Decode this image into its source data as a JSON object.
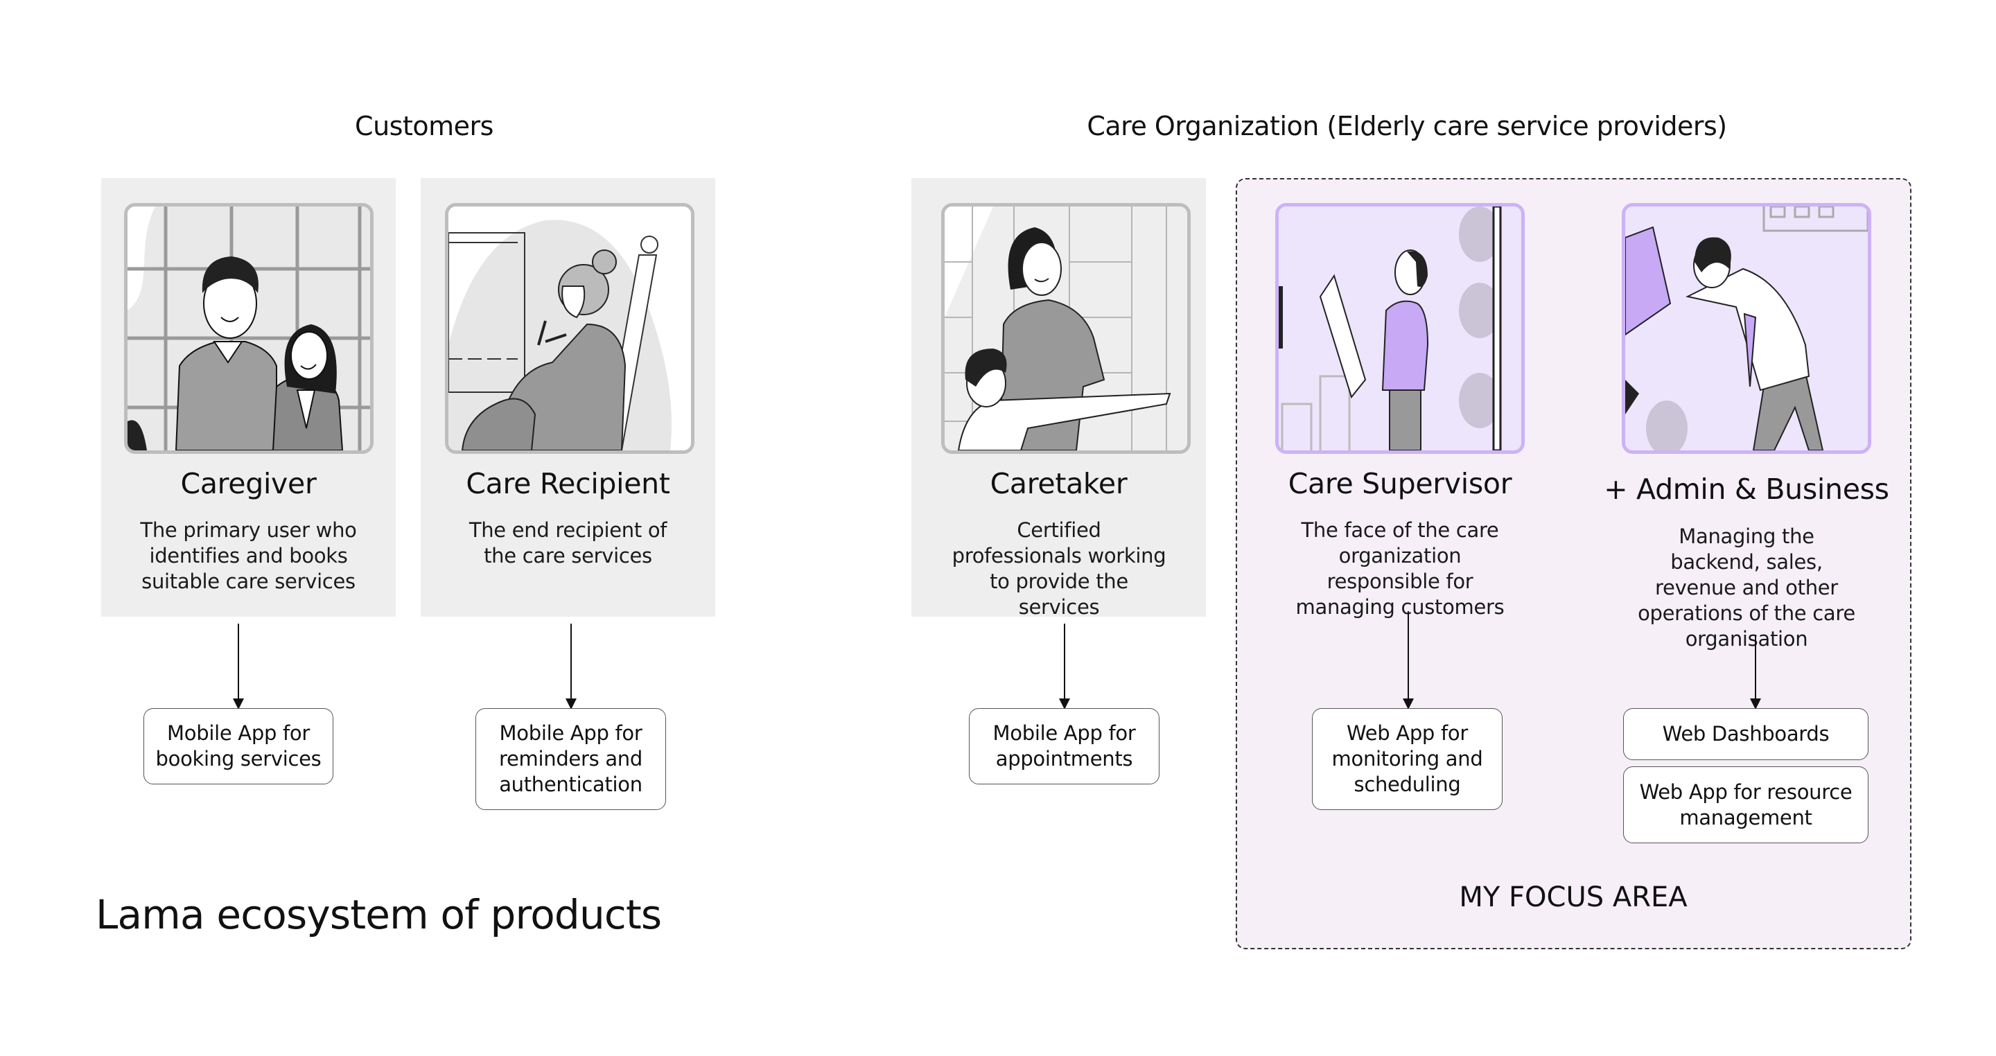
{
  "headings": {
    "customers": "Customers",
    "care_org": "Care Organization (Elderly care service providers)"
  },
  "colors": {
    "card_gray": "#eeeeee",
    "focus_bg": "#f6eff8",
    "accent_purple": "#cdb2f7",
    "purple_fill": "#c7a9f5"
  },
  "roles": [
    {
      "id": "caregiver",
      "title": "Caregiver",
      "description": "The primary user who identifies and books suitable care services",
      "illustration": "couple-illustration",
      "outputs": [
        "Mobile App for booking services"
      ]
    },
    {
      "id": "care-recipient",
      "title": "Care Recipient",
      "description": "The end recipient of the care services",
      "illustration": "elderly-woman-knitting-illustration",
      "outputs": [
        "Mobile App for reminders and authentication"
      ]
    },
    {
      "id": "caretaker",
      "title": "Caretaker",
      "description": "Certified professionals working to provide the services",
      "illustration": "caretaker-assisting-illustration",
      "outputs": [
        "Mobile App for appointments"
      ]
    },
    {
      "id": "care-supervisor",
      "title": "Care Supervisor",
      "description": "The face of the care organization responsible for managing customers",
      "illustration": "supervisor-reading-illustration",
      "outputs": [
        "Web App for monitoring and scheduling"
      ]
    },
    {
      "id": "admin-business",
      "title": "+ Admin & Business",
      "description": "Managing the backend, sales, revenue and other operations of the care organisation",
      "illustration": "man-pushing-box-illustration",
      "outputs": [
        "Web Dashboards",
        "Web App for resource management"
      ]
    }
  ],
  "focus_area_label": "MY FOCUS AREA",
  "footer_title": "Lama ecosystem of products"
}
